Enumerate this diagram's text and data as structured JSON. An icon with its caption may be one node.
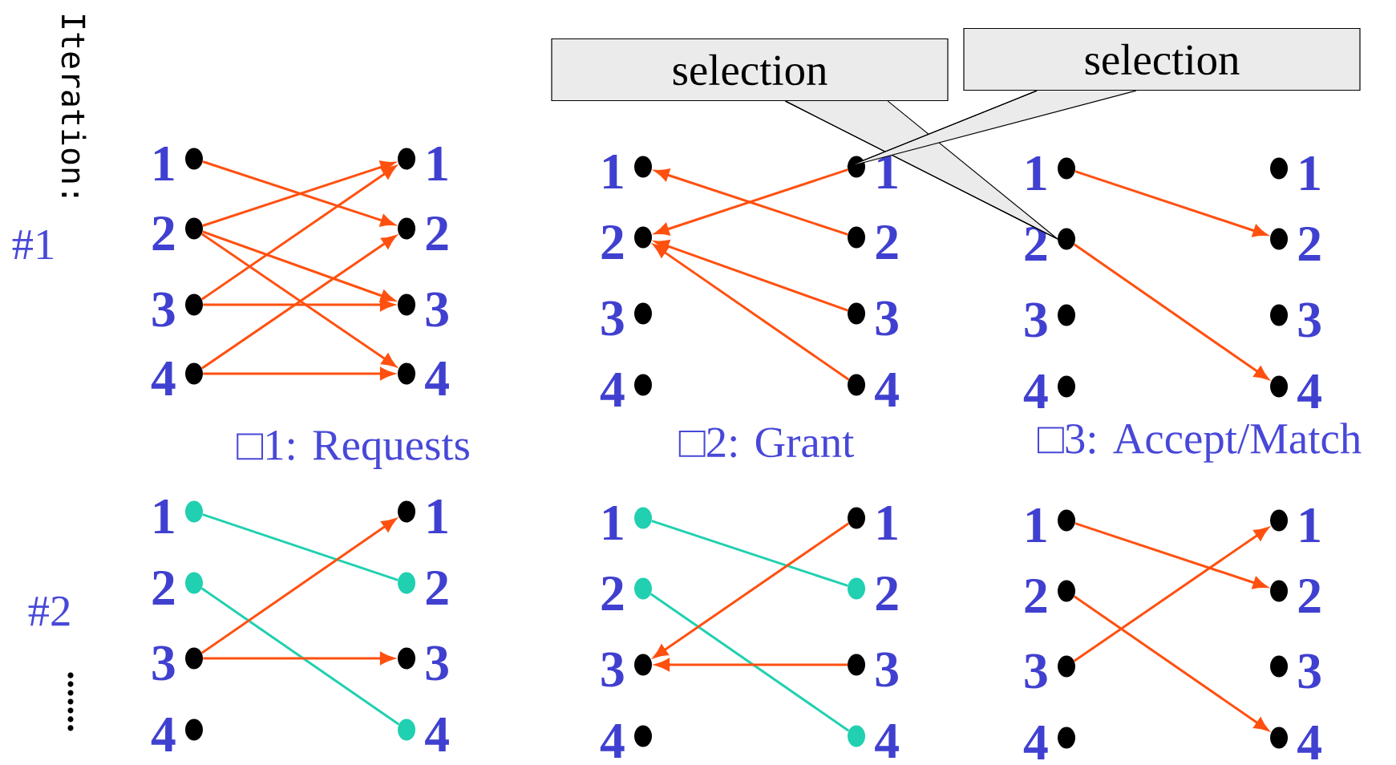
{
  "diagram": {
    "nodes": [
      {
        "text": [
          "selection"
        ]
      },
      {
        "text": [
          "selection"
        ]
      },
      {
        "text": [],
        "shape": "circle",
        "beside": [
          "1"
        ]
      },
      {
        "text": [],
        "shape": "circle",
        "beside": [
          "2"
        ]
      },
      {
        "text": [],
        "shape": "circle",
        "beside": [
          "3"
        ]
      },
      {
        "text": [],
        "shape": "circle",
        "beside": [
          "4"
        ]
      },
      {
        "text": [],
        "shape": "circle",
        "beside": [
          "1"
        ]
      },
      {
        "text": [],
        "shape": "circle",
        "beside": [
          "2"
        ]
      },
      {
        "text": [],
        "shape": "circle",
        "beside": [
          "3"
        ]
      },
      {
        "text": [],
        "shape": "circle",
        "beside": [
          "4"
        ]
      },
      {
        "text": [],
        "shape": "circle",
        "beside": [
          "1"
        ]
      },
      {
        "text": [],
        "shape": "circle",
        "beside": [
          "2"
        ]
      },
      {
        "text": [],
        "shape": "circle",
        "beside": [
          "3"
        ]
      },
      {
        "text": [],
        "shape": "circle",
        "beside": [
          "4"
        ]
      },
      {
        "text": [],
        "shape": "circle",
        "beside": [
          "1"
        ]
      },
      {
        "text": [],
        "shape": "circle",
        "beside": [
          "2"
        ]
      },
      {
        "text": [],
        "shape": "circle",
        "beside": [
          "3"
        ]
      },
      {
        "text": [],
        "shape": "circle",
        "beside": [
          "4"
        ]
      },
      {
        "text": [],
        "shape": "circle",
        "beside": [
          "1"
        ]
      },
      {
        "text": [],
        "shape": "circle",
        "beside": [
          "2"
        ]
      },
      {
        "text": [],
        "shape": "circle",
        "beside": [
          "3"
        ]
      },
      {
        "text": [],
        "shape": "circle",
        "beside": [
          "4"
        ]
      },
      {
        "text": [],
        "shape": "circle",
        "beside": [
          "1"
        ]
      },
      {
        "text": [],
        "shape": "circle",
        "beside": [
          "2"
        ]
      },
      {
        "text": [],
        "shape": "circle",
        "beside": [
          "3"
        ]
      },
      {
        "text": [],
        "shape": "circle",
        "beside": [
          "4"
        ]
      },
      {
        "text": [],
        "shape": "circle",
        "beside": [
          "1"
        ]
      },
      {
        "text": [],
        "shape": "circle",
        "beside": [
          "2"
        ]
      },
      {
        "text": [],
        "shape": "circle",
        "beside": [
          "3"
        ]
      },
      {
        "text": [],
        "shape": "circle",
        "beside": [
          "4"
        ]
      },
      {
        "text": [],
        "shape": "circle",
        "beside": [
          "1"
        ]
      },
      {
        "text": [],
        "shape": "circle",
        "beside": [
          "2"
        ]
      },
      {
        "text": [],
        "shape": "circle",
        "beside": [
          "3"
        ]
      },
      {
        "text": [],
        "shape": "circle",
        "beside": [
          "4"
        ]
      },
      {
        "text": [],
        "shape": "circle",
        "beside": [
          "1"
        ]
      },
      {
        "text": [],
        "shape": "circle",
        "beside": [
          "2"
        ]
      },
      {
        "text": [],
        "shape": "circle",
        "beside": [
          "3"
        ]
      },
      {
        "text": [],
        "shape": "circle",
        "beside": [
          "4"
        ]
      },
      {
        "text": [],
        "shape": "circle",
        "beside": [
          "1"
        ]
      },
      {
        "text": [],
        "shape": "circle",
        "beside": [
          "2"
        ]
      },
      {
        "text": [],
        "shape": "circle",
        "beside": [
          "3"
        ]
      },
      {
        "text": [],
        "shape": "circle",
        "beside": [
          "4"
        ]
      },
      {
        "text": [],
        "shape": "circle",
        "beside": [
          "1"
        ]
      },
      {
        "text": [],
        "shape": "circle",
        "beside": [
          "2"
        ]
      },
      {
        "text": [],
        "shape": "circle",
        "beside": [
          "3"
        ]
      },
      {
        "text": [],
        "shape": "circle",
        "beside": [
          "4"
        ]
      },
      {
        "text": [],
        "shape": "circle",
        "beside": [
          "1"
        ]
      },
      {
        "text": [],
        "shape": "circle",
        "beside": [
          "2"
        ]
      },
      {
        "text": [],
        "shape": "circle",
        "beside": [
          "3"
        ]
      },
      {
        "text": [],
        "shape": "circle",
        "beside": [
          "4"
        ]
      }
    ],
    "edges": [
      {
        "from": 0,
        "to": 19,
        "arrow": "none",
        "color": "#000000"
      },
      {
        "from": 1,
        "to": 14,
        "arrow": "none",
        "color": "#000000"
      },
      {
        "from": 2,
        "to": 7,
        "arrow": "to"
      },
      {
        "from": 3,
        "to": 6,
        "arrow": "to"
      },
      {
        "from": 3,
        "to": 8,
        "arrow": "to"
      },
      {
        "from": 3,
        "to": 9,
        "arrow": "to"
      },
      {
        "from": 4,
        "to": 6,
        "arrow": "to"
      },
      {
        "from": 4,
        "to": 8,
        "arrow": "to"
      },
      {
        "from": 5,
        "to": 7,
        "arrow": "to"
      },
      {
        "from": 5,
        "to": 9,
        "arrow": "to"
      },
      {
        "from": 14,
        "to": 11,
        "arrow": "to"
      },
      {
        "from": 15,
        "to": 10,
        "arrow": "to"
      },
      {
        "from": 16,
        "to": 11,
        "arrow": "to"
      },
      {
        "from": 17,
        "to": 11,
        "arrow": "to"
      },
      {
        "from": 18,
        "to": 23,
        "arrow": "to"
      },
      {
        "from": 19,
        "to": 25,
        "arrow": "to"
      },
      {
        "from": 26,
        "to": 31,
        "arrow": "none",
        "color": "#20d0b0"
      },
      {
        "from": 27,
        "to": 33,
        "arrow": "none",
        "color": "#20d0b0"
      },
      {
        "from": 28,
        "to": 30,
        "arrow": "to"
      },
      {
        "from": 28,
        "to": 32,
        "arrow": "to"
      },
      {
        "from": 34,
        "to": 39,
        "arrow": "none",
        "color": "#20d0b0"
      },
      {
        "from": 35,
        "to": 41,
        "arrow": "none",
        "color": "#20d0b0"
      },
      {
        "from": 38,
        "to": 36,
        "arrow": "to"
      },
      {
        "from": 40,
        "to": 36,
        "arrow": "to"
      },
      {
        "from": 42,
        "to": 47,
        "arrow": "to"
      },
      {
        "from": 43,
        "to": 49,
        "arrow": "to"
      },
      {
        "from": 44,
        "to": 46,
        "arrow": "to"
      }
    ],
    "labels": [
      "Iteration:",
      "#1",
      "□1: Requests",
      "□2: Grant",
      "□3: Accept/Match",
      "#2",
      "......."
    ]
  }
}
